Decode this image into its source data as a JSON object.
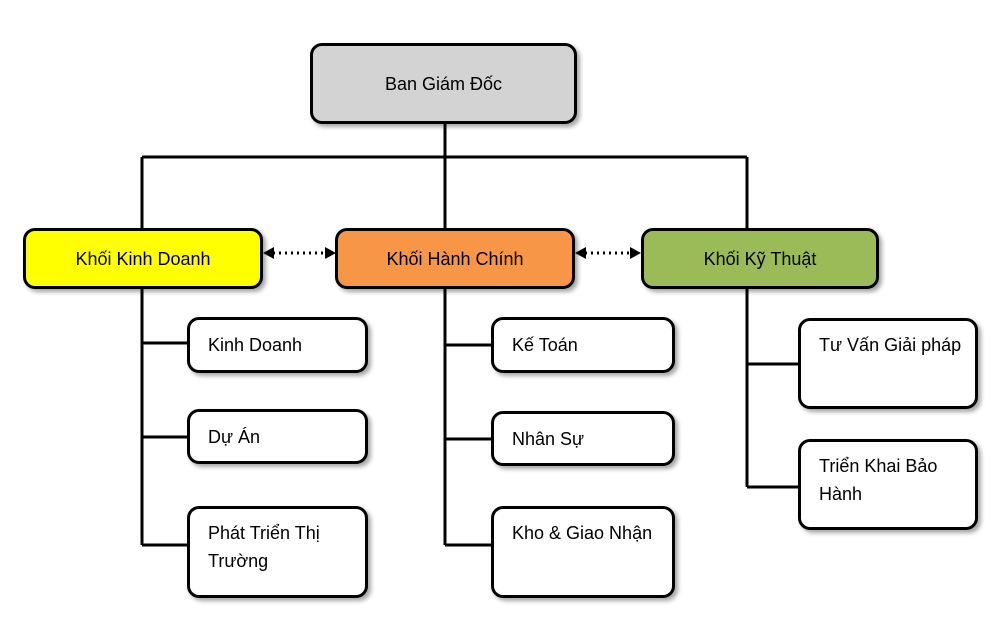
{
  "colors": {
    "top": "#d3d3d3",
    "business": "#ffff00",
    "admin": "#f79646",
    "technical": "#9bbb59",
    "unit": "#ffffff",
    "line": "#000000"
  },
  "root": {
    "label": "Ban Giám Đốc"
  },
  "divisions": [
    {
      "label": "Khối Kinh Doanh",
      "units": [
        "Kinh Doanh",
        "Dự Án",
        "Phát Triển Thị Trường"
      ]
    },
    {
      "label": "Khối Hành Chính",
      "units": [
        "Kế Toán",
        "Nhân Sự",
        "Kho & Giao Nhận"
      ]
    },
    {
      "label": "Khối Kỹ Thuật",
      "units": [
        "Tư Vấn Giải pháp",
        "Triển Khai Bảo Hành"
      ]
    }
  ]
}
